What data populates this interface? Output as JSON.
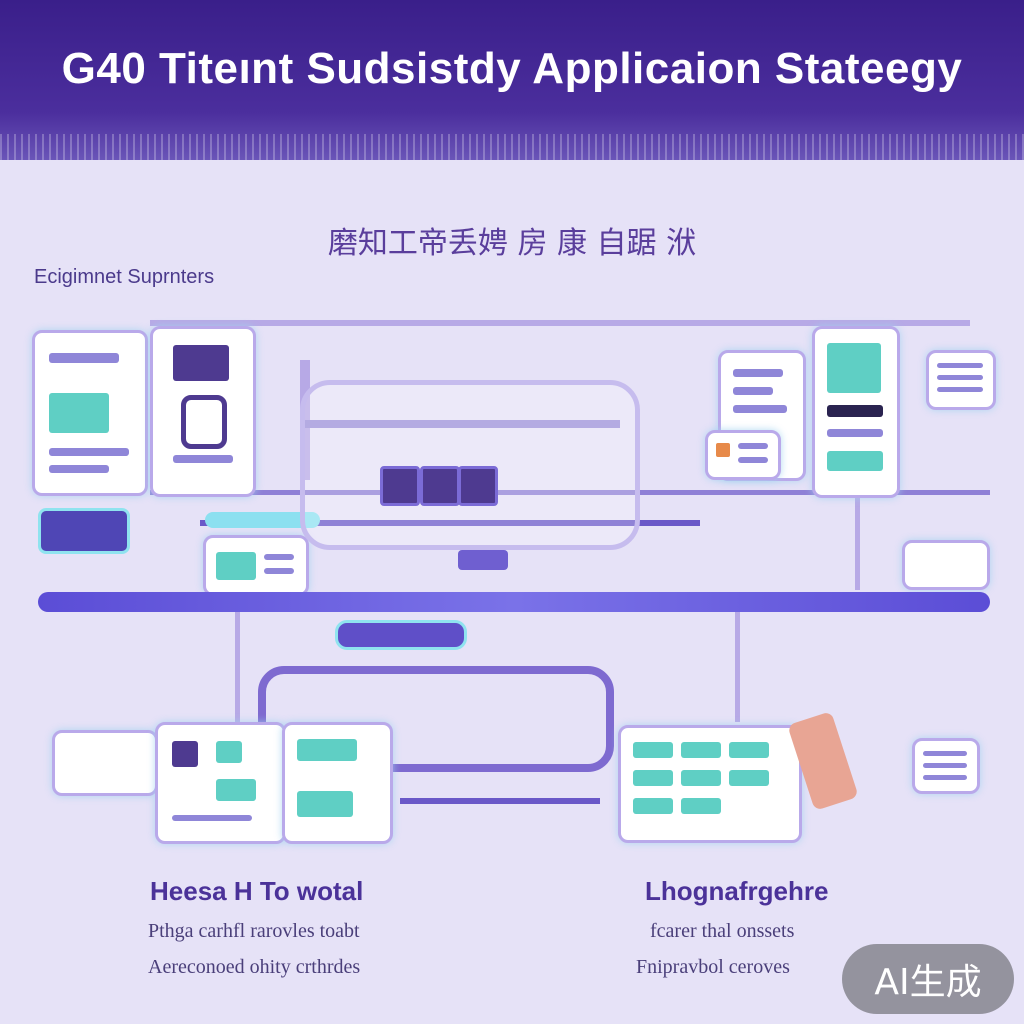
{
  "header": {
    "title": "G40 Titeınt Sudsistdy Applicaion Stateegy"
  },
  "subtitle_cn": "磨知工帝丢娉 房 康 自踞 洑",
  "left_section_label": "Ecigimnet Suprnters",
  "bottom_left": {
    "heading": "Heesa H  To wotal",
    "lines": [
      "Pthga carhfl  rarovles toabt",
      "Aereconoed ohity crthrdes"
    ]
  },
  "bottom_right": {
    "heading": "Lhognafrgehre",
    "lines": [
      "fcarer thal onssets",
      "Fnipravbol ceroves"
    ]
  },
  "badge": "AI生成",
  "colors": {
    "header": "#3a1f8a",
    "accent": "#5b4dd6",
    "teal": "#5fcfc4",
    "background": "#e6e2f7"
  }
}
